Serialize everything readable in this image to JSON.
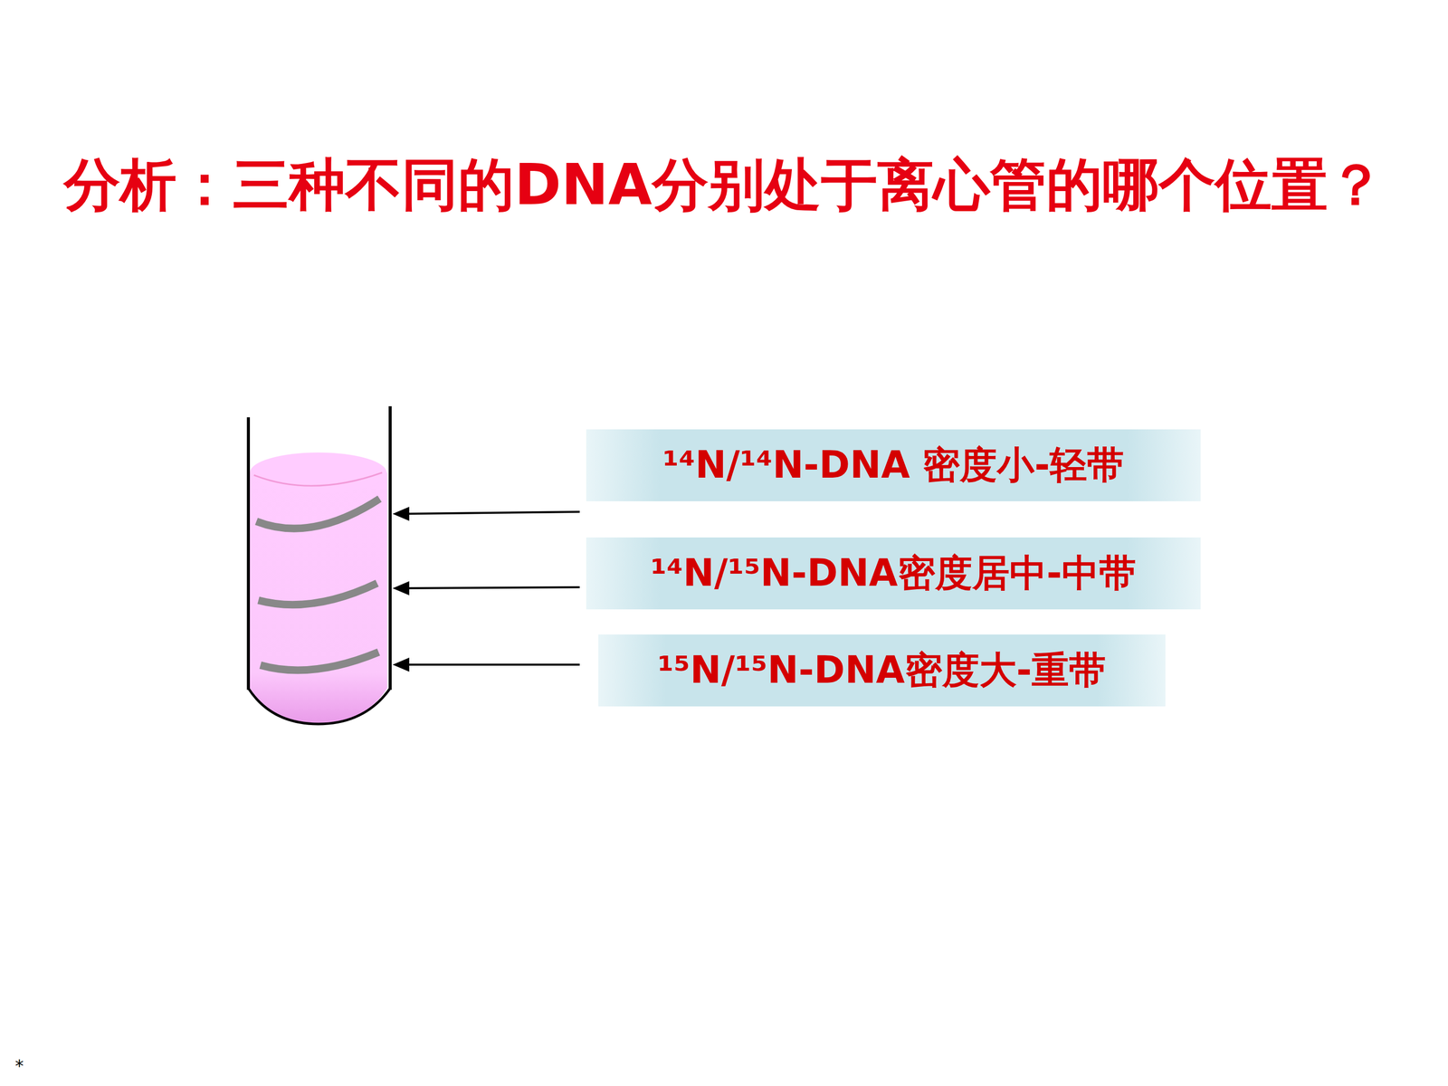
{
  "diagram": {
    "title": "分析：三种不同的DNA分别处于离心管的哪个位置？",
    "nodes": [
      {
        "text": [
          "¹⁴N/¹⁴N-DNA 密度小-轻带"
        ]
      },
      {
        "text": [
          "¹⁴N/¹⁵N-DNA密度居中-中带"
        ]
      },
      {
        "text": [
          "¹⁵N/¹⁵N-DNA密度大-重带"
        ]
      }
    ],
    "labels": [
      "*"
    ]
  }
}
